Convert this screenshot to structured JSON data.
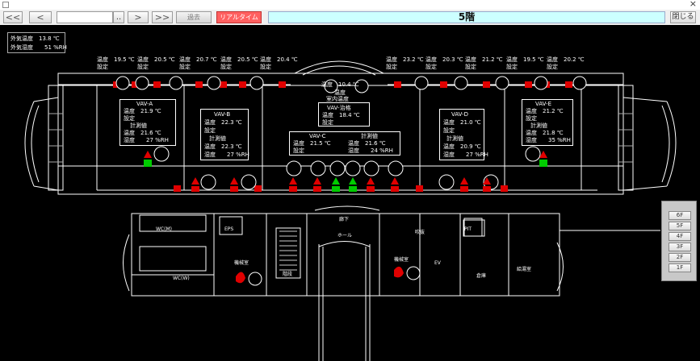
{
  "window": {
    "close_glyph": "×"
  },
  "toolbar": {
    "nav_first": "<<",
    "nav_prev": "<",
    "date_picker": "..",
    "nav_next": ">",
    "nav_last": ">>",
    "mode_past": "過去",
    "mode_realtime": "リアルタイム",
    "floor_title": "5階",
    "close_label": "閉じる"
  },
  "outdoor": {
    "temp": "外気温度　13.8 ℃",
    "humidity": "外気湿度　　51 %RH"
  },
  "setpoints_left": [
    "温度　19.5 ℃",
    "温度　20.5 ℃",
    "温度　20.7 ℃",
    "温度　20.5 ℃",
    "温度　20.4 ℃"
  ],
  "setpoints_right": [
    "温度　23.2 ℃",
    "温度　20.3 ℃",
    "温度　21.2 ℃",
    "温度　19.5 ℃",
    "温度　20.2 ℃"
  ],
  "setpoint_label": "設定",
  "lobby": {
    "temp": "温度　10.4 ℃",
    "sub1": "温度",
    "sub2": "室内温度"
  },
  "vav_boxes": [
    {
      "title": "VAV-A",
      "lines": [
        "温度　21.9 ℃",
        "設定",
        "計測値",
        "温度　21.6 ℃",
        "湿度　　27 %RH"
      ]
    },
    {
      "title": "VAV-B",
      "lines": [
        "温度　22.3 ℃",
        "設定",
        "計測値",
        "温度　22.3 ℃",
        "湿度　　27 %RH"
      ]
    },
    {
      "title": "VAV-治格",
      "lines": [
        "温度　18.4 ℃",
        "設定"
      ]
    },
    {
      "title": "VAV-C",
      "lines": [
        "温度　21.5 ℃",
        "設定"
      ],
      "right_title": "計測値",
      "right_lines": [
        "温度　21.6 ℃",
        "湿度　　24 %RH"
      ]
    },
    {
      "title": "VAV-D",
      "lines": [
        "温度　21.0 ℃",
        "設定",
        "計測値",
        "温度　20.9 ℃",
        "湿度　　27 %RH"
      ]
    },
    {
      "title": "VAV-E",
      "lines": [
        "温度　21.2 ℃",
        "設定",
        "計測値",
        "温度　21.8 ℃",
        "湿度　　35 %RH"
      ]
    }
  ],
  "rooms": {
    "corridor": "廊下",
    "hall": "ホール",
    "stair": "階段",
    "wc_m": "WC(M)",
    "wc_w": "WC(W)",
    "eps": "EPS",
    "pit": "PIT",
    "machine_left": "機械室",
    "machine_right": "機械室",
    "storage": "倉庫",
    "pantry": "給湯室",
    "elevator": "EV",
    "void": "吹抜"
  },
  "floors": [
    "6F",
    "5F",
    "4F",
    "3F",
    "2F",
    "1F"
  ],
  "colors": {
    "alarm_red": "#e00000",
    "normal_green": "#00cc00",
    "title_bg": "#ccffff",
    "realtime": "#ff6060"
  }
}
